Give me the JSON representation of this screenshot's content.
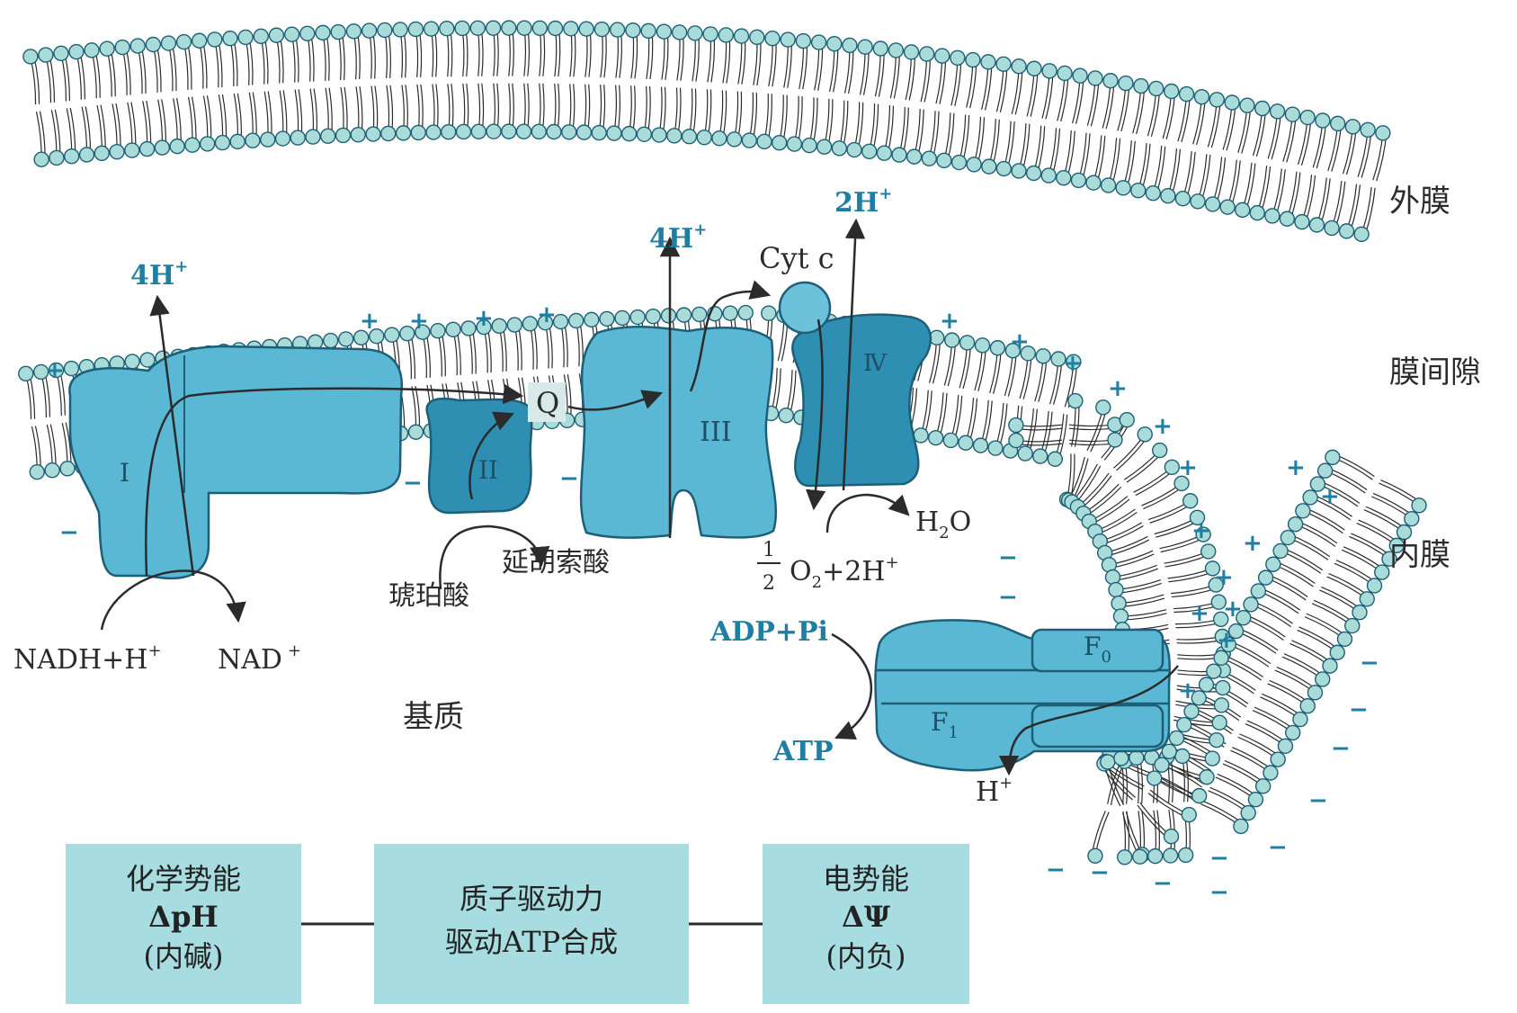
{
  "labels": {
    "outer_membrane": "外膜",
    "intermembrane_space": "膜间隙",
    "inner_membrane": "内膜",
    "matrix": "基质"
  },
  "complexes": {
    "c1": "I",
    "c2": "II",
    "c3": "III",
    "c4": "Ⅳ",
    "q": "Q",
    "cytc": "Cyt c",
    "f0": "F",
    "f0_sub": "0",
    "f1": "F",
    "f1_sub": "1"
  },
  "protons": {
    "c1": "4H",
    "c3": "4H",
    "c4": "2H",
    "plus": "+",
    "h_in": "H"
  },
  "reactions": {
    "nadh": "NADH+H",
    "nad": "NAD",
    "succinate": "琥珀酸",
    "fumarate": "延胡索酸",
    "half_num": "1",
    "half_den": "2",
    "o2": "O",
    "o2_sub": "2",
    "o2_rest": "+2H",
    "water": "H",
    "water_sub": "2",
    "water_o": "O",
    "adp": "ADP+Pi",
    "atp": "ATP"
  },
  "boxes": {
    "left": {
      "line1": "化学势能",
      "line2": "ΔpH",
      "line3": "(内碱)"
    },
    "middle": {
      "line1": "质子驱动力",
      "line2": "驱动ATP合成"
    },
    "right": {
      "line1": "电势能",
      "line2": "ΔΨ",
      "line3": "(内负)"
    }
  },
  "colors": {
    "protein": "#5bb8d4",
    "protein_dark": "#2e8fb3",
    "head": "#a9dcd9",
    "box": "#a7dde0",
    "accent": "#1f7fa3"
  }
}
